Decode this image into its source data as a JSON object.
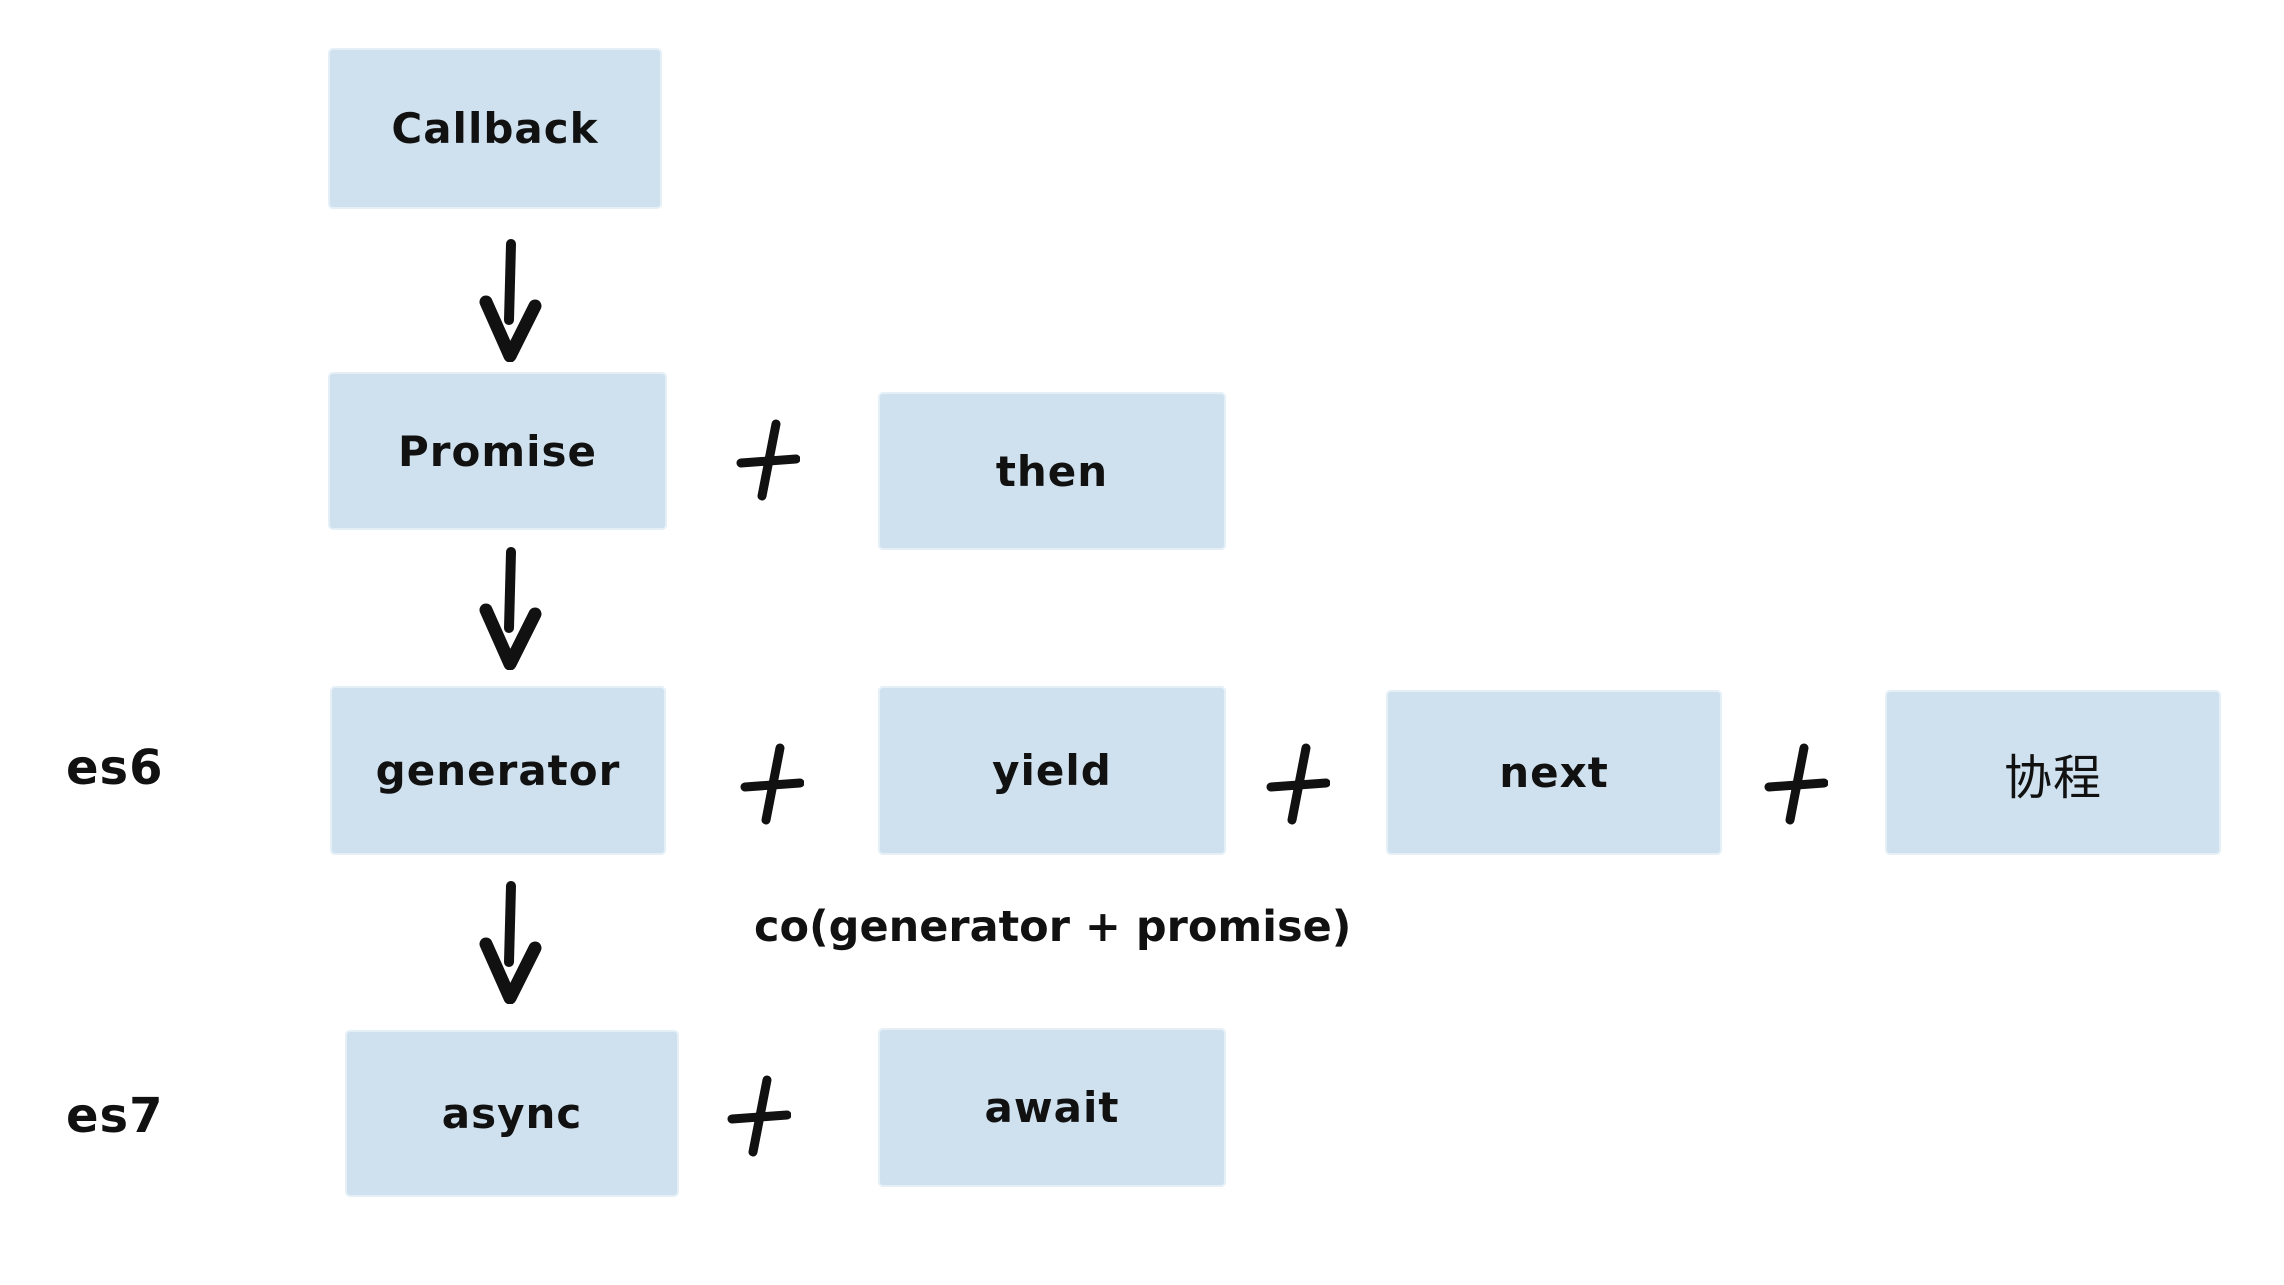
{
  "diagram": {
    "colors": {
      "background": "#ffffff",
      "box_fill": "#cfe1ee",
      "ink": "#111111"
    },
    "boxes": {
      "callback": "Callback",
      "promise": "Promise",
      "then": "then",
      "generator": "generator",
      "yield": "yield",
      "next": "next",
      "coroutine": "协程",
      "async": "async",
      "await": "await"
    },
    "row_labels": {
      "es6": "es6",
      "es7": "es7"
    },
    "annotation": "co(generator + promise)",
    "plus_symbol": "+"
  }
}
